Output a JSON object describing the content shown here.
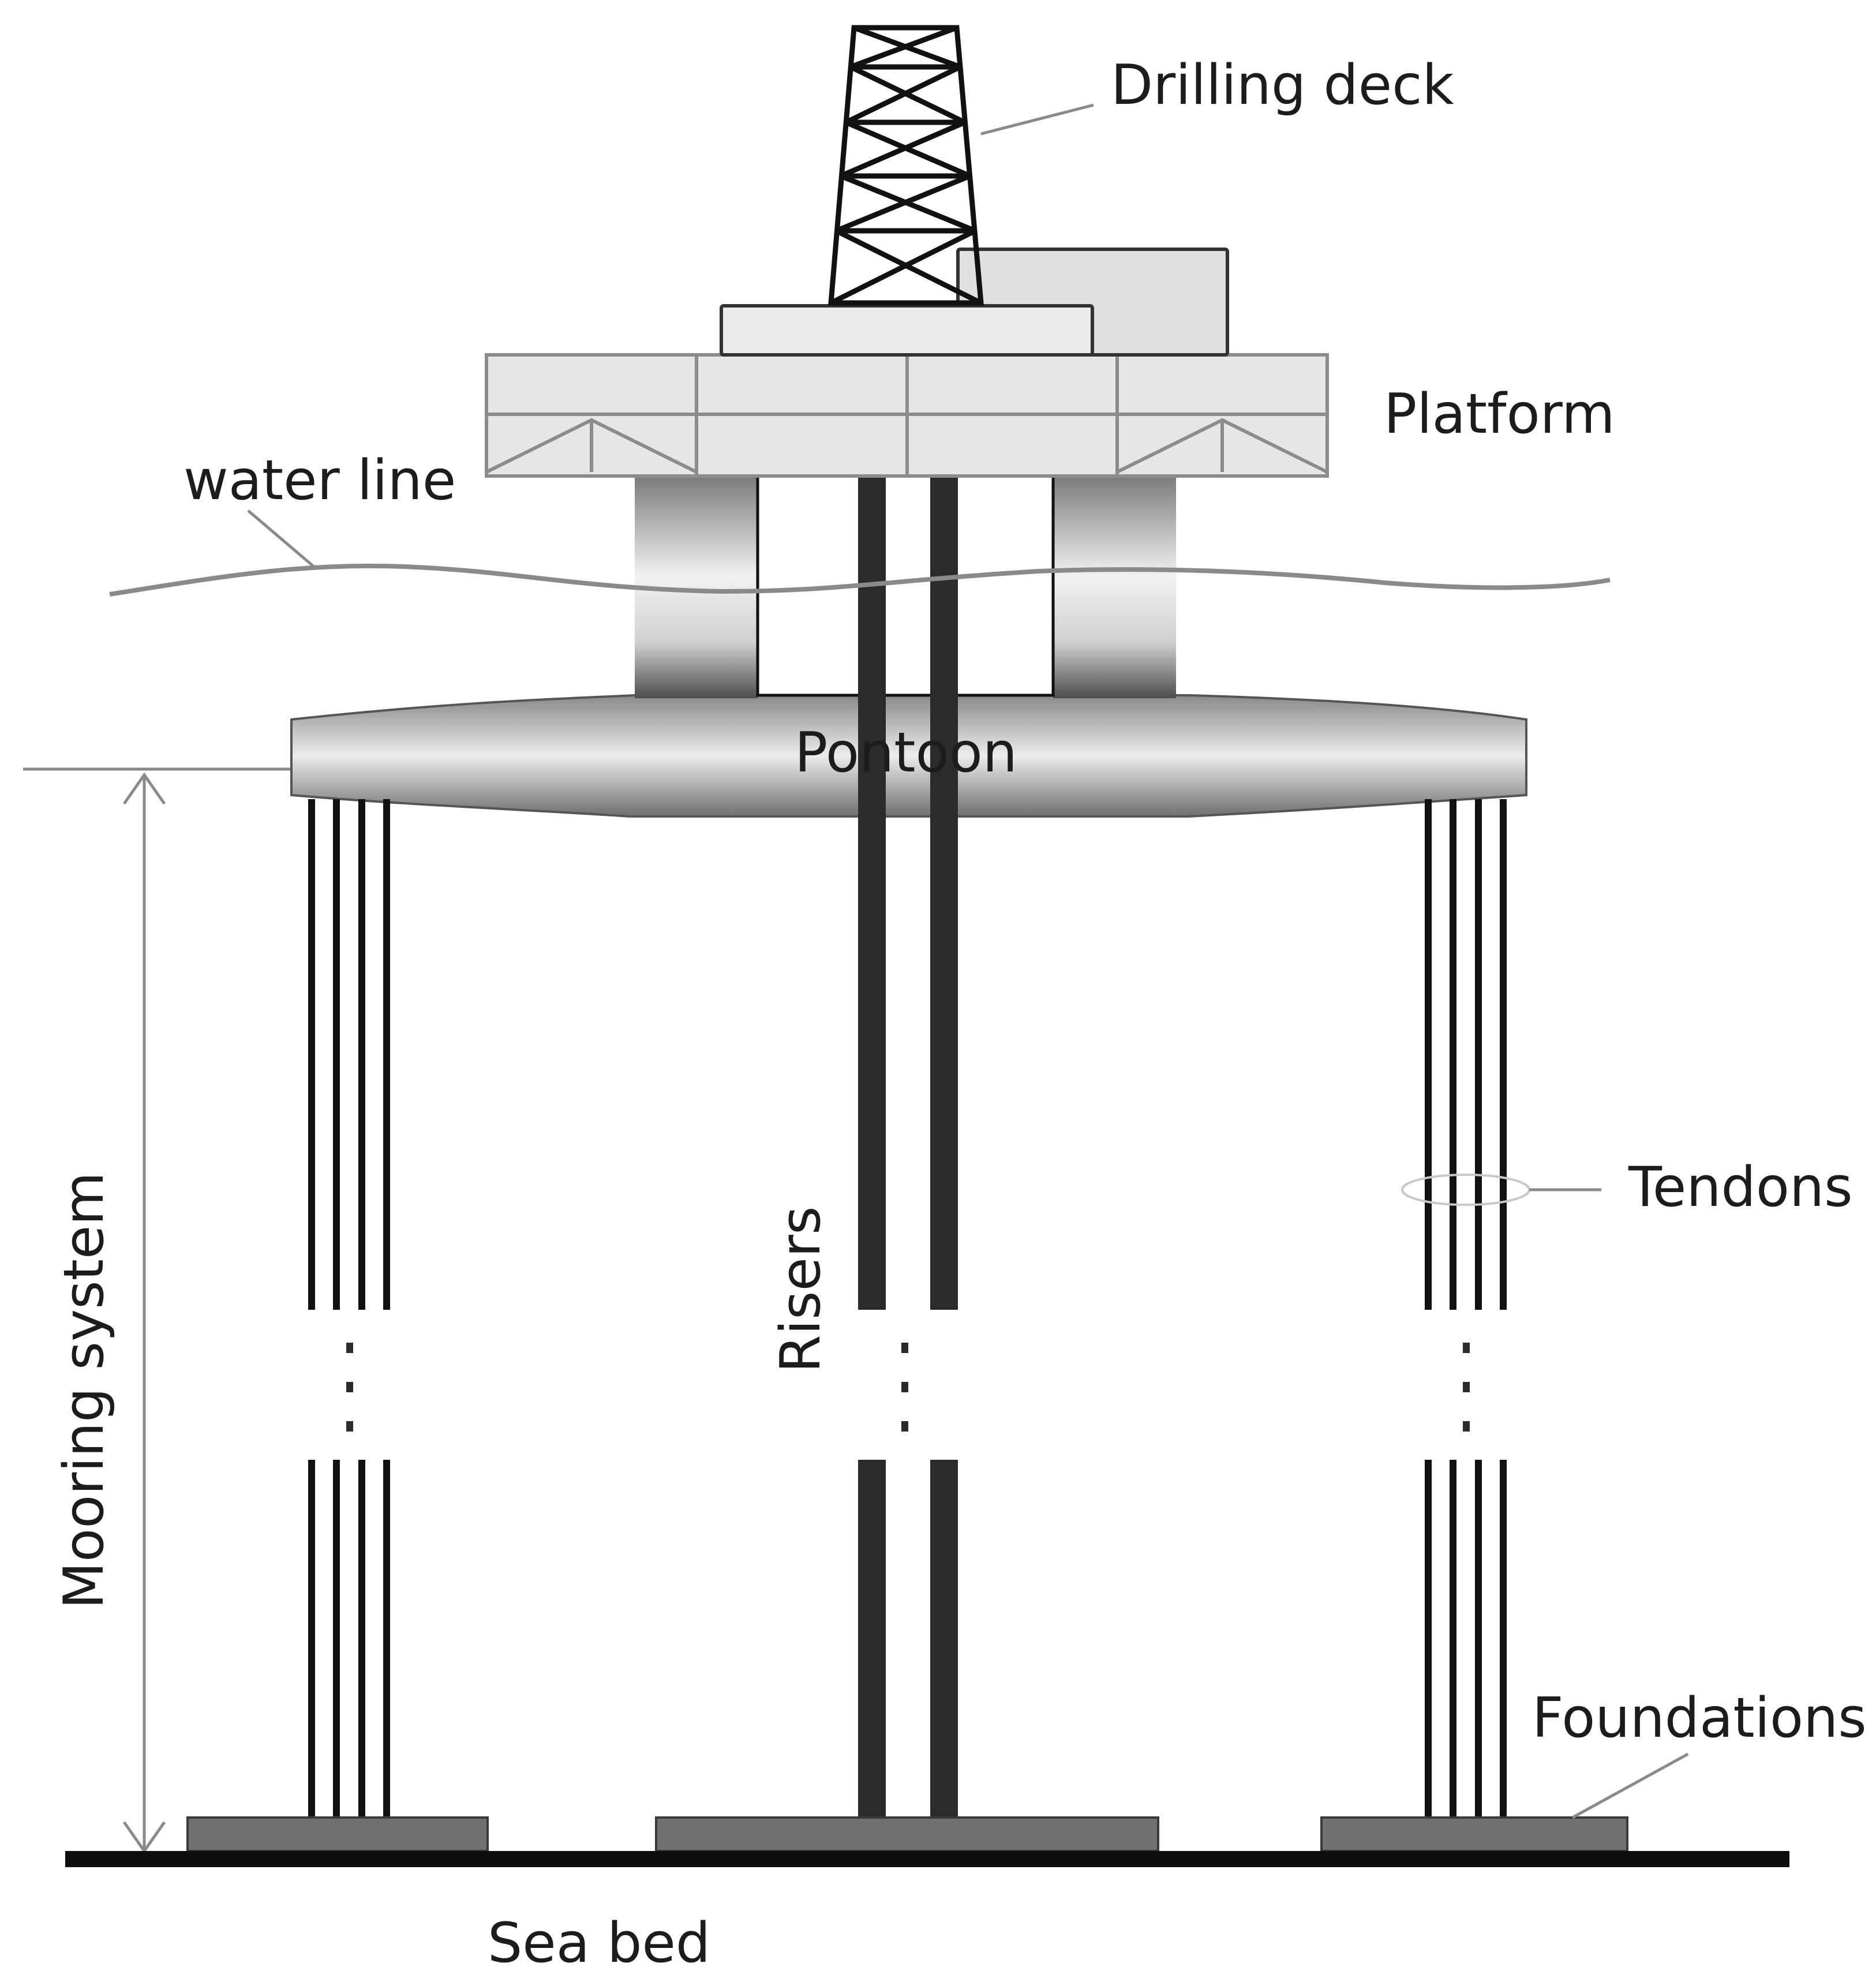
{
  "labels": {
    "drilling_deck": "Drilling deck",
    "platform": "Platform",
    "water_line": "water line",
    "pontoon": "Pontoon",
    "tendons": "Tendons",
    "risers": "Risers",
    "mooring_system": "Mooring system",
    "foundations": "Foundations",
    "sea_bed": "Sea bed"
  },
  "colors": {
    "outline": "#111111",
    "leader_line": "#8a8a8a",
    "platform_fill": "#e6e6e6",
    "platform_stroke": "#8c8c8c",
    "deck_block": "#e9e9e9",
    "pontoon_dark": "#8a8a8a",
    "pontoon_light": "#ececec",
    "riser": "#2b2b2b",
    "foundation": "#707070",
    "seabed": "#0d0d0d"
  }
}
